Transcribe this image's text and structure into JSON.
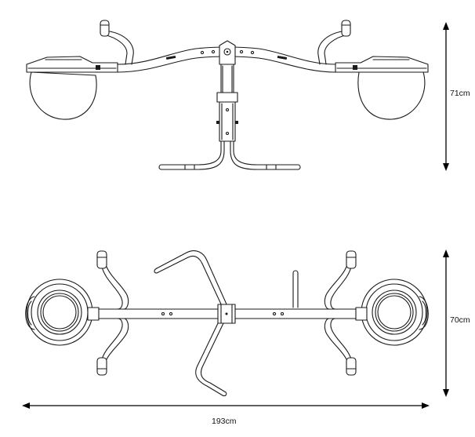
{
  "dimensions": {
    "height_side": "71cm",
    "width_top": "70cm",
    "length": "193cm"
  },
  "icons": {
    "side_view": "seesaw-side-view-drawing",
    "top_view": "seesaw-top-view-drawing"
  }
}
